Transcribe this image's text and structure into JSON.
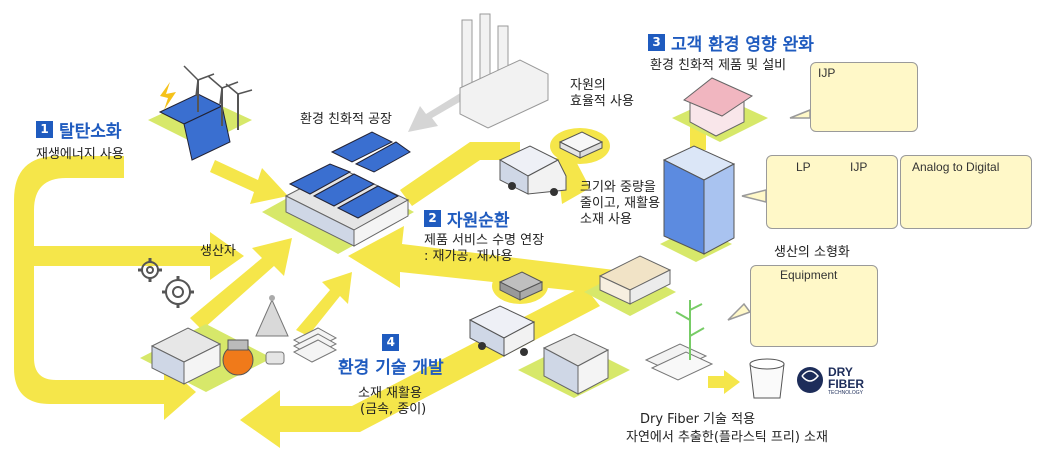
{
  "sections": [
    {
      "number": "1",
      "title": "탈탄소화",
      "subtitle": "재생에너지 사용"
    },
    {
      "number": "2",
      "title": "자원순환",
      "subtitle_line1": "제품 서비스 수명 연장",
      "subtitle_line2": ": 재가공, 재사용"
    },
    {
      "number": "3",
      "title": "고객 환경 영향 완화",
      "subtitle": "환경 친화적 제품 및 설비"
    },
    {
      "number": "4",
      "title": "환경 기술 개발",
      "subtitle_line1": "소재 재활용",
      "subtitle_line2": "(금속, 종이)"
    }
  ],
  "labels": {
    "factory": "환경 친화적 공장",
    "producer": "생산자",
    "efficient_line1": "자원의",
    "efficient_line2": "효율적 사용",
    "reduce_line1": "크기와 중량을",
    "reduce_line2": "줄이고, 재활용",
    "reduce_line3": "소재 사용",
    "miniaturize": "생산의 소형화",
    "dryfiber_line1": "Dry Fiber  기술 적용",
    "dryfiber_line2": "자연에서 추출한(플라스틱 프리) 소재"
  },
  "callouts": {
    "ijp_top": "IJP",
    "lp": "LP",
    "ijp": "IJP",
    "analog": "Analog to Digital",
    "equipment": "Equipment"
  },
  "logo": {
    "line1": "DRY",
    "line2": "FIBER",
    "line3": "TECHNOLOGY"
  },
  "colors": {
    "title_blue": "#1f5bbf",
    "flow_yellow": "#f5e64a",
    "callout_fill": "#fff8c8",
    "arrow_gray": "#d5d5d5",
    "arrow_orange": "#f07a1a"
  }
}
